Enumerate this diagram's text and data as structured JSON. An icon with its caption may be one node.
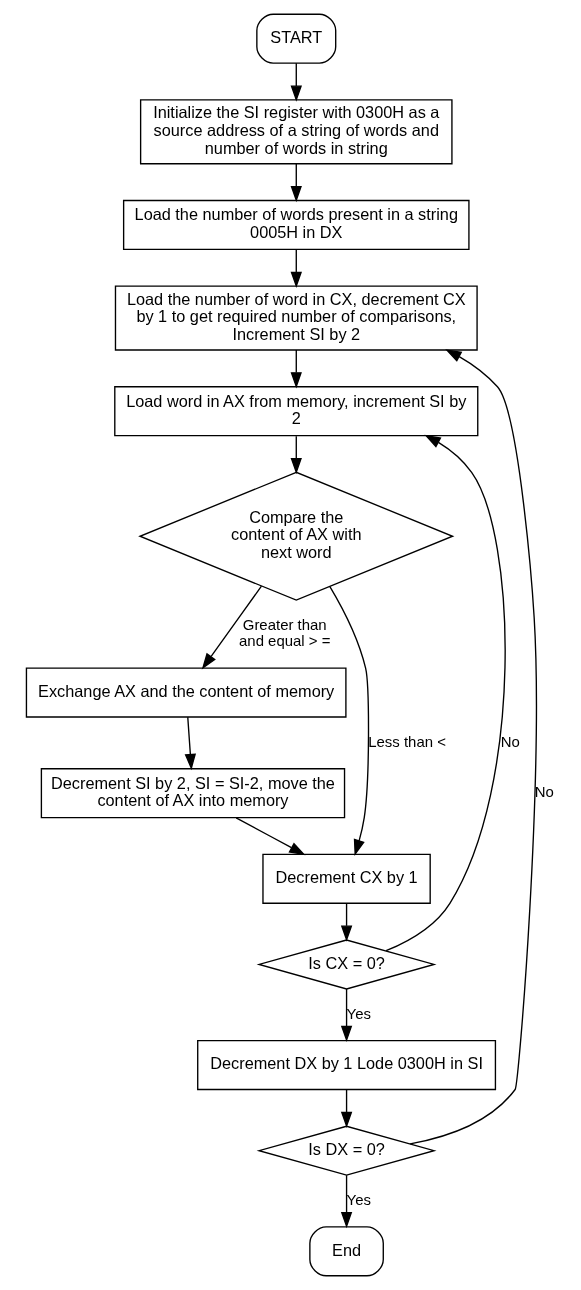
{
  "diagram": {
    "nodes": [
      {
        "text": [
          "START"
        ]
      },
      {
        "text": [
          "Initialize the SI register with 0300H as a source address of a string of words and number of words in string"
        ]
      },
      {
        "text": [
          "Load the number of words present in a string 0005H in DX"
        ]
      },
      {
        "text": [
          "Load the number of word in CX, decrement CX by 1 to get required number of comparisons, Increment SI by 2"
        ]
      },
      {
        "text": [
          "Load word in AX from memory, increment SI by 2"
        ]
      },
      {
        "text": [
          "Compare the content of AX with next word"
        ]
      },
      {
        "text": [
          "Exchange AX and the content of memory"
        ]
      },
      {
        "text": [
          "Decrement SI by 2, SI = SI-2, move the content of AX into memory"
        ]
      },
      {
        "text": [
          "Decrement CX by 1"
        ]
      },
      {
        "text": [
          "Is CX = 0?"
        ]
      },
      {
        "text": [
          "Decrement DX by 1 Lode 0300H in SI"
        ]
      },
      {
        "text": [
          "Is DX = 0?"
        ]
      },
      {
        "text": [
          "End"
        ]
      }
    ],
    "edges": [
      {
        "from": 0,
        "to": 1,
        "arrow": "to"
      },
      {
        "from": 1,
        "to": 2,
        "arrow": "to"
      },
      {
        "from": 2,
        "to": 3,
        "arrow": "to"
      },
      {
        "from": 3,
        "to": 4,
        "arrow": "to"
      },
      {
        "from": 4,
        "to": 5,
        "arrow": "to"
      },
      {
        "from": 5,
        "to": 6,
        "arrow": "to",
        "label": "Greater than and equal > ="
      },
      {
        "from": 5,
        "to": 8,
        "arrow": "to",
        "label": "Less than <"
      },
      {
        "from": 6,
        "to": 7,
        "arrow": "to"
      },
      {
        "from": 7,
        "to": 8,
        "arrow": "to"
      },
      {
        "from": 8,
        "to": 9,
        "arrow": "to"
      },
      {
        "from": 9,
        "to": 4,
        "arrow": "to",
        "label": "No"
      },
      {
        "from": 9,
        "to": 10,
        "arrow": "to",
        "label": "Yes"
      },
      {
        "from": 10,
        "to": 11,
        "arrow": "to"
      },
      {
        "from": 11,
        "to": 3,
        "arrow": "to",
        "label": "No"
      },
      {
        "from": 11,
        "to": 12,
        "arrow": "to",
        "label": "Yes"
      }
    ]
  }
}
